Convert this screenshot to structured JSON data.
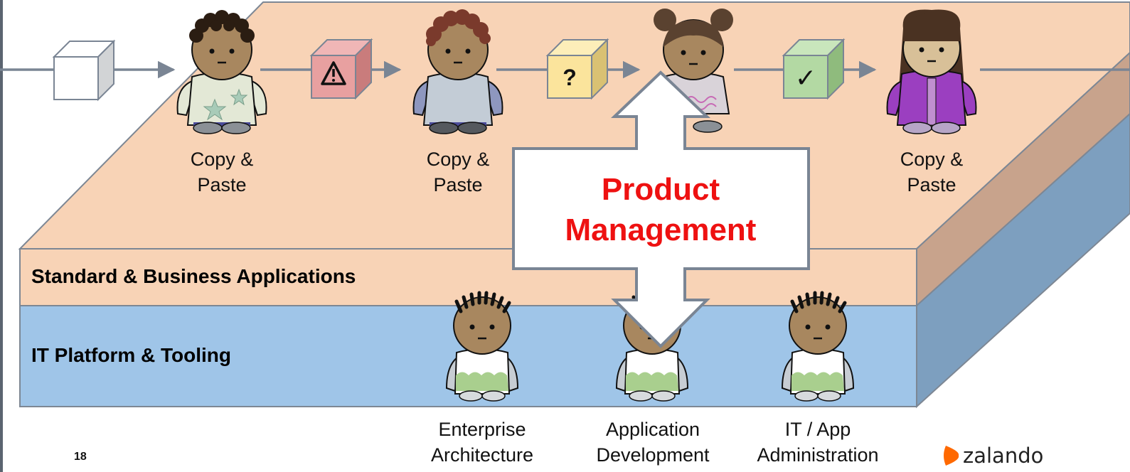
{
  "layers": {
    "top": "Standard & Business Applications",
    "bottom": "IT Platform & Tooling"
  },
  "flow": {
    "characters": [
      {
        "label_line1": "Copy &",
        "label_line2": "Paste"
      },
      {
        "label_line1": "Copy &",
        "label_line2": "Paste"
      },
      {
        "label_line1": "",
        "label_line2": ""
      },
      {
        "label_line1": "Copy &",
        "label_line2": "Paste"
      }
    ],
    "boxes": [
      {
        "icon": "blank-box-icon",
        "glyph": "",
        "color": "#ffffff"
      },
      {
        "icon": "warning-icon",
        "glyph": "⚠",
        "color": "#e8a0a0"
      },
      {
        "icon": "question-icon",
        "glyph": "?",
        "color": "#fbe49c"
      },
      {
        "icon": "check-icon",
        "glyph": "✓",
        "color": "#b3d9a3"
      }
    ]
  },
  "callout": {
    "line1": "Product",
    "line2": "Management",
    "color": "#ee1111"
  },
  "teams": [
    {
      "line1": "Enterprise",
      "line2": "Architecture"
    },
    {
      "line1": "Application",
      "line2": "Development"
    },
    {
      "line1": "IT / App",
      "line2": "Administration"
    }
  ],
  "footer": {
    "page_number": "18",
    "brand": "zalando",
    "brand_color": "#ff6900"
  },
  "colors": {
    "business_layer": "#f8d3b6",
    "platform_layer": "#9fc5e8",
    "arrow": "#7a8594"
  }
}
